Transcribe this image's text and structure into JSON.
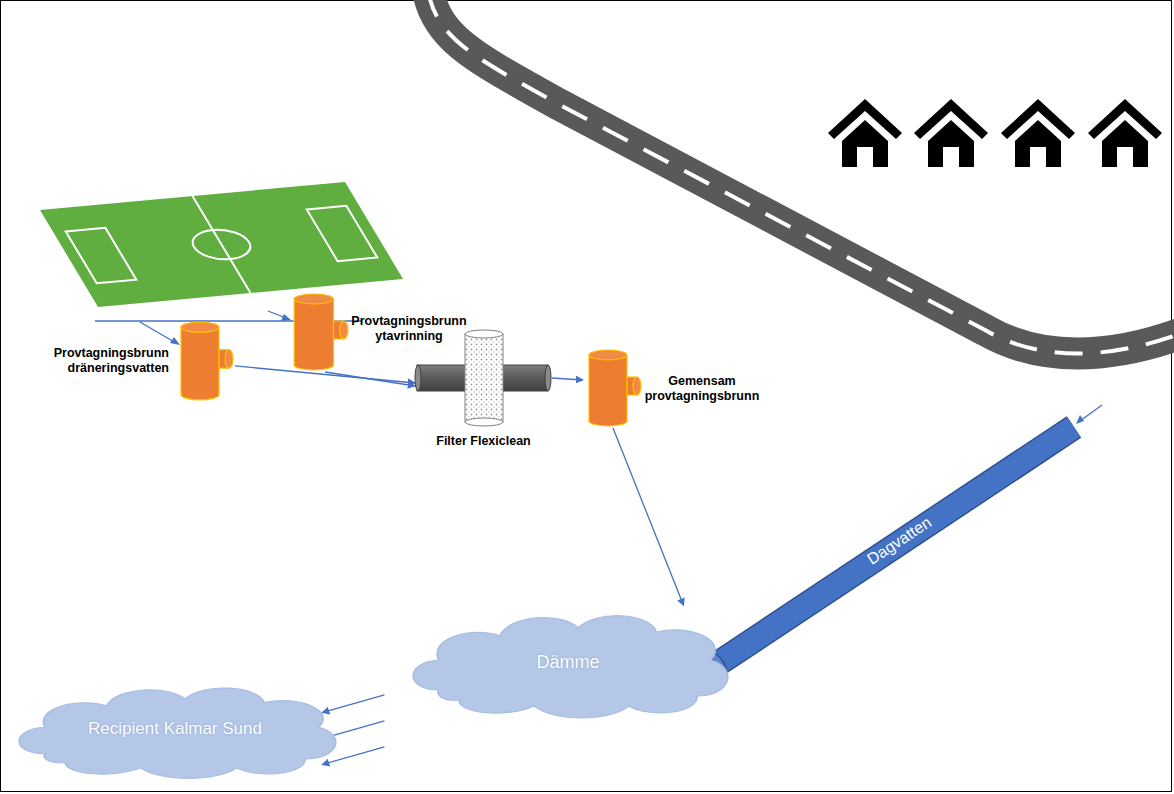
{
  "diagram": {
    "nodes": [
      {
        "text": [
          "Provtagningsbrunn dräneringsvatten"
        ]
      },
      {
        "text": [
          "Provtagningsbrunn ytavrinning"
        ]
      },
      {
        "text": [
          "Filter Flexiclean"
        ]
      },
      {
        "text": [
          "Gemensam provtagningsbrunn"
        ]
      },
      {
        "text": [
          "Dagvatten"
        ]
      },
      {
        "text": [
          "Dämme"
        ]
      },
      {
        "text": [
          "Recipient Kalmar Sund"
        ]
      }
    ],
    "edges": [
      {
        "from": 0,
        "to": 2,
        "arrow": "to"
      },
      {
        "from": 1,
        "to": 2,
        "arrow": "to"
      },
      {
        "from": 2,
        "to": 3,
        "arrow": "to"
      },
      {
        "from": 3,
        "to": 5,
        "arrow": "to"
      },
      {
        "from": 4,
        "to": 5,
        "arrow": "to"
      },
      {
        "from": 5,
        "to": 6,
        "arrow": "to"
      }
    ]
  }
}
